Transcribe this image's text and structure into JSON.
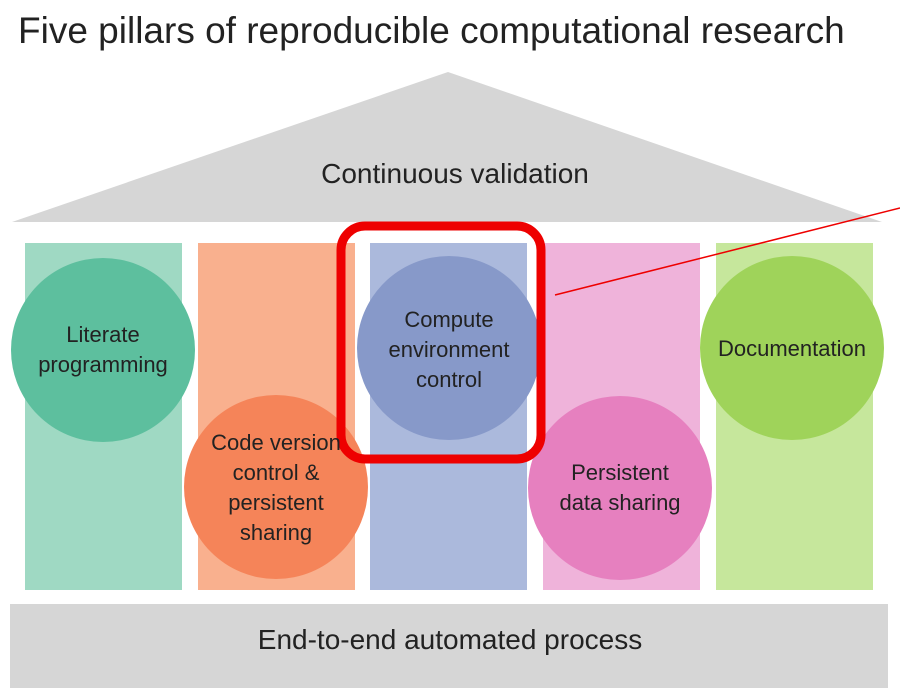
{
  "title": "Five pillars of reproducible computational research",
  "roof": {
    "label": "Continuous validation"
  },
  "base": {
    "label": "End-to-end automated process"
  },
  "pillars": [
    {
      "label_lines": [
        "Literate",
        "programming"
      ],
      "pillar_color": "#9fd9c3",
      "circle_color": "#5dbf9e"
    },
    {
      "label_lines": [
        "Code version",
        "control &",
        "persistent",
        "sharing"
      ],
      "pillar_color": "#f9b08e",
      "circle_color": "#f58459"
    },
    {
      "label_lines": [
        "Compute",
        "environment",
        "control"
      ],
      "pillar_color": "#abb9dc",
      "circle_color": "#8799c9"
    },
    {
      "label_lines": [
        "Persistent",
        "data sharing"
      ],
      "pillar_color": "#efb3da",
      "circle_color": "#e680bf"
    },
    {
      "label_lines": [
        "Documentation"
      ],
      "pillar_color": "#c6e79c",
      "circle_color": "#9fd35a"
    }
  ],
  "colors": {
    "roof": "#d6d6d6",
    "base": "#d6d6d6",
    "highlight": "#ee0000"
  }
}
